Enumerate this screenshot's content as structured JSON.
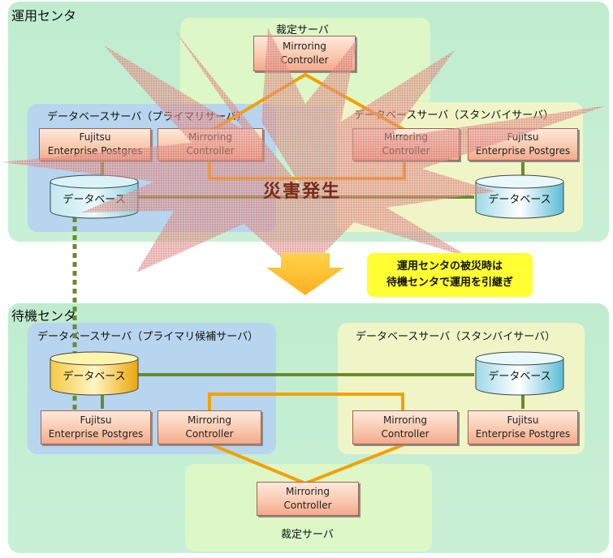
{
  "top": {
    "center_title": "運用センタ",
    "arbitration_label": "裁定サーバ",
    "arbitration_mc": [
      "Mirroring",
      "Controller"
    ],
    "primary_label": "データベースサーバ（プライマリサーバ）",
    "primary_fep": [
      "Fujitsu",
      "Enterprise Postgres"
    ],
    "primary_mc": [
      "Mirroring",
      "Controller"
    ],
    "primary_db": "データベース",
    "standby_label": "データベースサーバ（スタンバイサーバ）",
    "standby_mc": [
      "Mirroring",
      "Controller"
    ],
    "standby_fep": [
      "Fujitsu",
      "Enterprise Postgres"
    ],
    "standby_db": "データベース",
    "disaster_text": "災害発生"
  },
  "note": {
    "line1": "運用センタの被災時は",
    "line2": "待機センタで運用を引継ぎ"
  },
  "bottom": {
    "center_title": "待機センタ",
    "primary_label": "データベースサーバ（プライマリ候補サーバ）",
    "primary_db": "データベース",
    "primary_fep": [
      "Fujitsu",
      "Enterprise Postgres"
    ],
    "primary_mc": [
      "Mirroring",
      "Controller"
    ],
    "standby_label": "データベースサーバ（スタンバイサーバ）",
    "standby_db": "データベース",
    "standby_mc": [
      "Mirroring",
      "Controller"
    ],
    "standby_fep": [
      "Fujitsu",
      "Enterprise Postgres"
    ],
    "arbitration_mc": [
      "Mirroring",
      "Controller"
    ],
    "arbitration_label": "裁定サーバ"
  },
  "colors": {
    "connector_orange": "#f4a000",
    "connector_green": "#6b8a2e",
    "burst": "#d4827e",
    "arrow": "#ffcc33",
    "note_bg": "#ffff33"
  }
}
